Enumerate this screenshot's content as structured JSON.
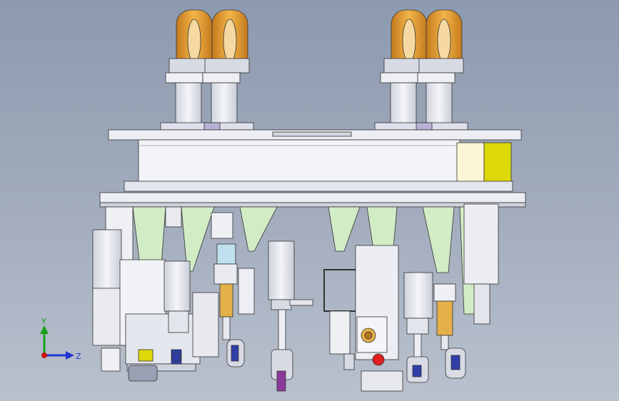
{
  "axes": {
    "y_label": "Y",
    "z_label": "Z"
  },
  "colors": {
    "wheel": "#e8a030",
    "wheel_dark": "#b8741a",
    "steel": "#e6e8ee",
    "steel_shadow": "#bfc3d0",
    "bracket_green": "#d2ecc6",
    "cream": "#fdf6d6",
    "yellow": "#dcd80a",
    "purple": "#8a3a9a",
    "blue": "#2f3fa8",
    "brass": "#e3b04a",
    "red_ball": "#e02020",
    "axis_y": "#1aa11a",
    "axis_z": "#2038d0",
    "axis_origin": "#cc1111"
  },
  "parts": {
    "casters": 4,
    "pneumatic_cylinders": 4,
    "support_brackets": 8
  }
}
